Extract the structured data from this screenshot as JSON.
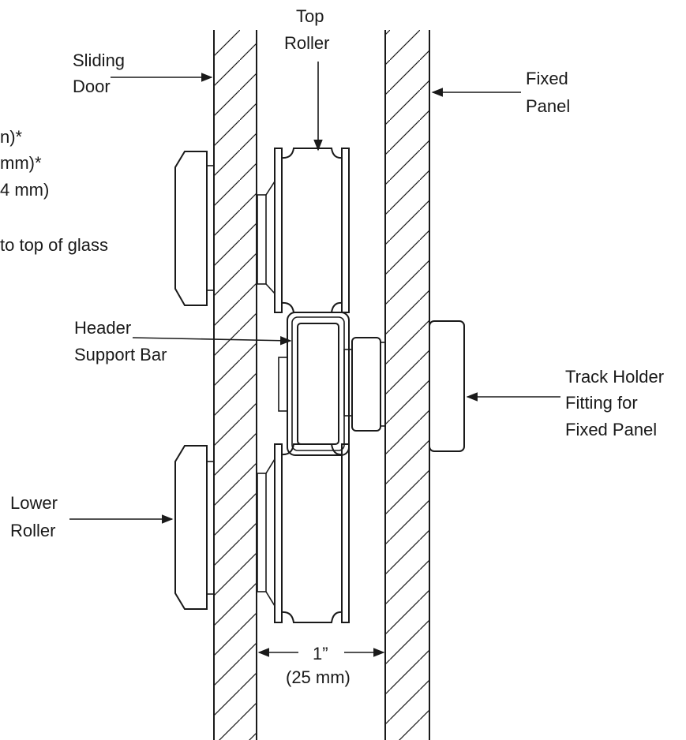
{
  "labels": {
    "sliding_door_1": "Sliding",
    "sliding_door_2": "Door",
    "top_roller_1": "Top",
    "top_roller_2": "Roller",
    "fixed_panel_1": "Fixed",
    "fixed_panel_2": "Panel",
    "header_bar_1": "Header",
    "header_bar_2": "Support Bar",
    "track_holder_1": "Track Holder",
    "track_holder_2": "Fitting for",
    "track_holder_3": "Fixed Panel",
    "lower_roller_1": "Lower",
    "lower_roller_2": "Roller",
    "gap_1": "1”",
    "gap_2": "(25 mm)",
    "cut_1": "n)*",
    "cut_2": "mm)*",
    "cut_3": "4 mm)",
    "cut_4": "to top of glass"
  }
}
